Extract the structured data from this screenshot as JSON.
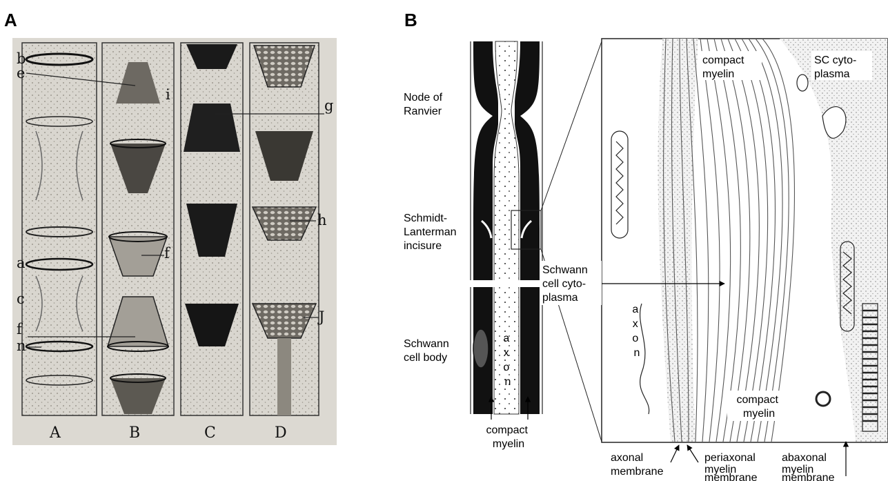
{
  "panels": {
    "a": {
      "letter": "A",
      "column_labels": [
        "A",
        "B",
        "C",
        "D"
      ],
      "letter_labels": [
        "b",
        "e",
        "i",
        "g",
        "h",
        "a",
        "c",
        "f",
        "f",
        "n",
        "J"
      ]
    },
    "b": {
      "letter": "B",
      "labels": {
        "node_of_ranvier": [
          "Node of",
          "Ranvier"
        ],
        "schmidt_lanterman": [
          "Schmidt-",
          "Lanterman",
          "incisure"
        ],
        "schwann_cell_body": [
          "Schwann",
          "cell body"
        ],
        "compact_myelin_bottom": [
          "compact",
          "myelin"
        ],
        "axon_vertical": [
          "a",
          "x",
          "o",
          "n"
        ],
        "schwann_cell_cytoplasma": [
          "Schwann",
          "cell cyto-",
          "plasma"
        ],
        "compact_myelin_top": [
          "compact",
          "myelin"
        ],
        "sc_cytoplasma": [
          "SC cyto-",
          "plasma"
        ],
        "axon_inset": [
          "a",
          "x",
          "o",
          "n"
        ],
        "compact_myelin_inset": [
          "compact",
          "myelin"
        ],
        "axonal_membrane": [
          "axonal",
          "membrane"
        ],
        "periaxonal": [
          "periaxonal",
          "myelin",
          "membrane"
        ],
        "abaxonal": [
          "abaxonal",
          "myelin",
          "membrane"
        ]
      }
    }
  }
}
